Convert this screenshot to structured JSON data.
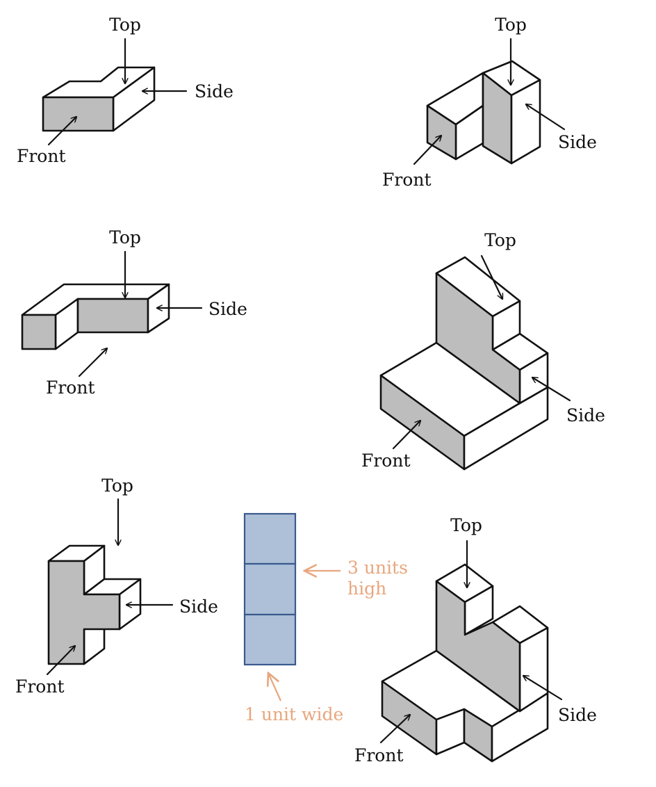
{
  "labels": {
    "top": "Top",
    "side": "Side",
    "front": "Front"
  },
  "unit_block": {
    "height_label_line1": "3 units",
    "height_label_line2": "high",
    "width_label": "1 unit wide",
    "units_high": 3,
    "units_wide": 1
  },
  "colors": {
    "shaded_face": "#bdbdbd",
    "white_face": "#ffffff",
    "outline": "#111111",
    "unit_fill": "#adc0d8",
    "unit_stroke": "#3a5a8c",
    "annotation": "#e8a67d"
  }
}
